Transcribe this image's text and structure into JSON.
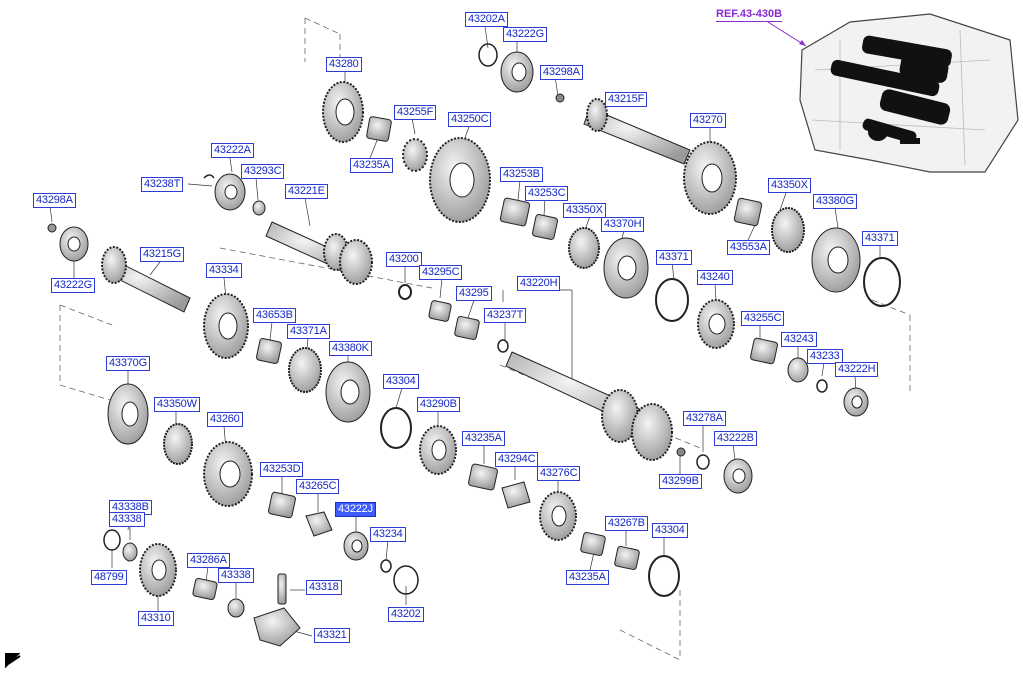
{
  "ref_label": "REF.43-430B",
  "parts": [
    {
      "id": "p01",
      "label": "43202A"
    },
    {
      "id": "p02",
      "label": "43222G"
    },
    {
      "id": "p03",
      "label": "43298A"
    },
    {
      "id": "p04",
      "label": "43280"
    },
    {
      "id": "p05",
      "label": "43255F"
    },
    {
      "id": "p06",
      "label": "43215F"
    },
    {
      "id": "p07",
      "label": "43250C"
    },
    {
      "id": "p08",
      "label": "43270"
    },
    {
      "id": "p09",
      "label": "43235A"
    },
    {
      "id": "p10",
      "label": "43222A"
    },
    {
      "id": "p11",
      "label": "43293C"
    },
    {
      "id": "p12",
      "label": "43238T"
    },
    {
      "id": "p13",
      "label": "43221E"
    },
    {
      "id": "p14",
      "label": "43253B"
    },
    {
      "id": "p15",
      "label": "43253C"
    },
    {
      "id": "p16",
      "label": "43350X"
    },
    {
      "id": "p17",
      "label": "43350X"
    },
    {
      "id": "p18",
      "label": "43380G"
    },
    {
      "id": "p19",
      "label": "43298A"
    },
    {
      "id": "p20",
      "label": "43370H"
    },
    {
      "id": "p21",
      "label": "43553A"
    },
    {
      "id": "p22",
      "label": "43371"
    },
    {
      "id": "p23",
      "label": "43215G"
    },
    {
      "id": "p24",
      "label": "43222G"
    },
    {
      "id": "p25",
      "label": "43200"
    },
    {
      "id": "p26",
      "label": "43295C"
    },
    {
      "id": "p27",
      "label": "43334"
    },
    {
      "id": "p28",
      "label": "43220H"
    },
    {
      "id": "p29",
      "label": "43371"
    },
    {
      "id": "p30",
      "label": "43240"
    },
    {
      "id": "p31",
      "label": "43295"
    },
    {
      "id": "p32",
      "label": "43237T"
    },
    {
      "id": "p33",
      "label": "43653B"
    },
    {
      "id": "p34",
      "label": "43371A"
    },
    {
      "id": "p35",
      "label": "43255C"
    },
    {
      "id": "p36",
      "label": "43243"
    },
    {
      "id": "p37",
      "label": "43380K"
    },
    {
      "id": "p38",
      "label": "43233"
    },
    {
      "id": "p39",
      "label": "43370G"
    },
    {
      "id": "p40",
      "label": "43222H"
    },
    {
      "id": "p41",
      "label": "43304"
    },
    {
      "id": "p42",
      "label": "43350W"
    },
    {
      "id": "p43",
      "label": "43290B"
    },
    {
      "id": "p44",
      "label": "43260"
    },
    {
      "id": "p45",
      "label": "43278A"
    },
    {
      "id": "p46",
      "label": "43235A"
    },
    {
      "id": "p47",
      "label": "43222B"
    },
    {
      "id": "p48",
      "label": "43294C"
    },
    {
      "id": "p49",
      "label": "43253D"
    },
    {
      "id": "p50",
      "label": "43276C"
    },
    {
      "id": "p51",
      "label": "43299B"
    },
    {
      "id": "p52",
      "label": "43265C"
    },
    {
      "id": "p53",
      "label": "43338B"
    },
    {
      "id": "p54",
      "label": "43338"
    },
    {
      "id": "p55",
      "label": "43222J"
    },
    {
      "id": "p56",
      "label": "43267B"
    },
    {
      "id": "p57",
      "label": "43304"
    },
    {
      "id": "p58",
      "label": "43234"
    },
    {
      "id": "p59",
      "label": "48799"
    },
    {
      "id": "p60",
      "label": "43286A"
    },
    {
      "id": "p61",
      "label": "43338"
    },
    {
      "id": "p62",
      "label": "43318"
    },
    {
      "id": "p63",
      "label": "43235A"
    },
    {
      "id": "p64",
      "label": "43202"
    },
    {
      "id": "p65",
      "label": "43310"
    },
    {
      "id": "p66",
      "label": "43321"
    }
  ],
  "selected_part": "43222J",
  "colors": {
    "label_border": "#2b3dd6",
    "label_text": "#1428c8",
    "selected_fill": "#3d5bff",
    "ref_color": "#8a2bd1",
    "line_art": "#222222"
  }
}
